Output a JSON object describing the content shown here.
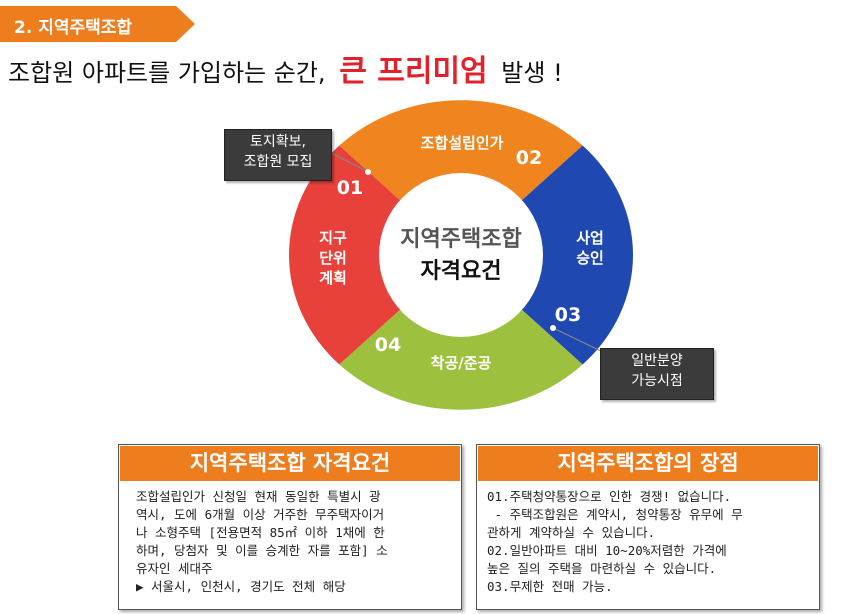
{
  "section_tag": "2. 지역주택조합",
  "headline": {
    "before": "조합원 아파트를 가입하는 순간,",
    "highlight": "큰 프리미엄",
    "after": "발생 !"
  },
  "ring": {
    "center_line1": "지역주택조합",
    "center_line2": "자격요건",
    "segments": [
      {
        "number": "01",
        "label": [
          "지구",
          "단위",
          "계획"
        ],
        "color": "#e8403a"
      },
      {
        "number": "02",
        "label": [
          "조합설립인가"
        ],
        "color": "#f0841e"
      },
      {
        "number": "03",
        "label": [
          "사업",
          "승인"
        ],
        "color": "#1f49b0"
      },
      {
        "number": "04",
        "label": [
          "착공/준공"
        ],
        "color": "#9dc03e"
      }
    ],
    "callouts": [
      {
        "lines": [
          "토지확보,",
          "조합원 모집"
        ]
      },
      {
        "lines": [
          "일반분양",
          "가능시점"
        ]
      }
    ]
  },
  "left_box": {
    "title": "지역주택조합 자격요건",
    "lines": [
      "조합설립인가 신청일 현재 동일한 특별시 광",
      "역시, 도에 6개월 이상 거주한 무주택자이거",
      "나 소형주택 [전용면적 85㎡ 이하 1채에 한",
      "하며, 당첨자 및 이를 승계한 자를 포함] 소",
      "유자인 세대주",
      "▶ 서울시, 인천시, 경기도 전체 해당"
    ]
  },
  "right_box": {
    "title": "지역주택조합의 장점",
    "lines": [
      "01.주택청약통장으로 인한 경쟁! 없습니다.",
      " - 주택조합원은 계약시, 청약통장 유무에 무",
      "관하게 계약하실 수 있습니다.",
      "02.일반아파트 대비 10~20%저렴한 가격에",
      "높은 질의 주택을 마련하실 수 있습니다.",
      "03.무제한 전매 가능."
    ]
  }
}
